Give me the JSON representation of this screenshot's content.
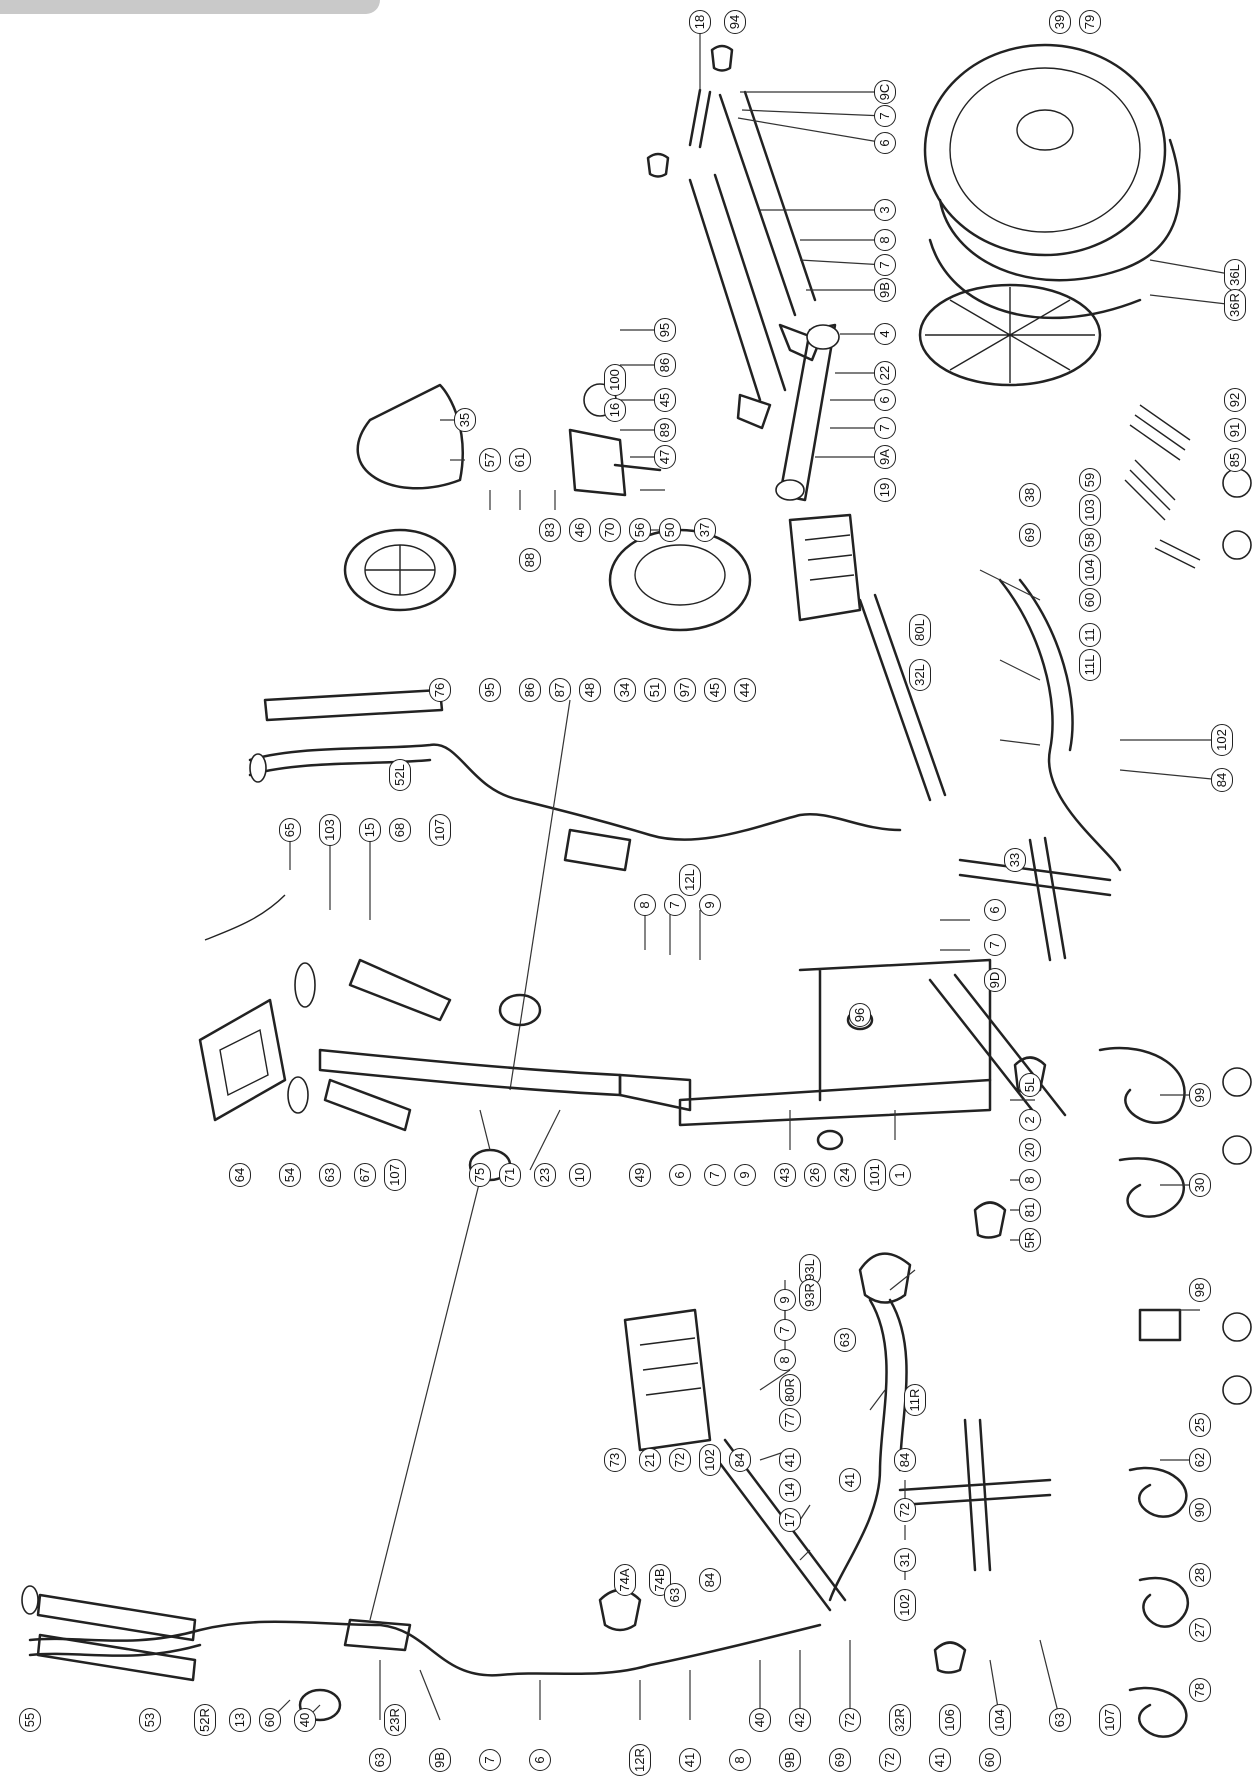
{
  "diagram": {
    "labels": [
      {
        "id": "l1",
        "text": "18"
      },
      {
        "id": "l2",
        "text": "94"
      },
      {
        "id": "l3",
        "text": "39"
      },
      {
        "id": "l4",
        "text": "79"
      },
      {
        "id": "l5",
        "text": "9C"
      },
      {
        "id": "l6",
        "text": "7"
      },
      {
        "id": "l7",
        "text": "6"
      },
      {
        "id": "l8",
        "text": "3"
      },
      {
        "id": "l9",
        "text": "8"
      },
      {
        "id": "l10",
        "text": "7"
      },
      {
        "id": "l11",
        "text": "9B"
      },
      {
        "id": "l12",
        "text": "4"
      },
      {
        "id": "l13",
        "text": "22"
      },
      {
        "id": "l14",
        "text": "6"
      },
      {
        "id": "l15",
        "text": "7"
      },
      {
        "id": "l16",
        "text": "9A"
      },
      {
        "id": "l17",
        "text": "19"
      },
      {
        "id": "l18",
        "text": "36L"
      },
      {
        "id": "l19",
        "text": "36R"
      },
      {
        "id": "l20",
        "text": "92"
      },
      {
        "id": "l21",
        "text": "91"
      },
      {
        "id": "l22",
        "text": "85"
      },
      {
        "id": "l23",
        "text": "95"
      },
      {
        "id": "l24",
        "text": "86"
      },
      {
        "id": "l25",
        "text": "100"
      },
      {
        "id": "l26",
        "text": "16"
      },
      {
        "id": "l27",
        "text": "45"
      },
      {
        "id": "l28",
        "text": "89"
      },
      {
        "id": "l29",
        "text": "47"
      },
      {
        "id": "l30",
        "text": "35"
      },
      {
        "id": "l31",
        "text": "57"
      },
      {
        "id": "l32",
        "text": "61"
      },
      {
        "id": "l33",
        "text": "88"
      },
      {
        "id": "l34",
        "text": "83"
      },
      {
        "id": "l35",
        "text": "46"
      },
      {
        "id": "l36",
        "text": "70"
      },
      {
        "id": "l37",
        "text": "56"
      },
      {
        "id": "l38",
        "text": "50"
      },
      {
        "id": "l39",
        "text": "37"
      },
      {
        "id": "l40",
        "text": "38"
      },
      {
        "id": "l41",
        "text": "69"
      },
      {
        "id": "l42",
        "text": "59"
      },
      {
        "id": "l43",
        "text": "103"
      },
      {
        "id": "l44",
        "text": "58"
      },
      {
        "id": "l45",
        "text": "104"
      },
      {
        "id": "l46",
        "text": "60"
      },
      {
        "id": "l47",
        "text": "11"
      },
      {
        "id": "l48",
        "text": "11L"
      },
      {
        "id": "l49",
        "text": "76"
      },
      {
        "id": "l50",
        "text": "95"
      },
      {
        "id": "l51",
        "text": "86"
      },
      {
        "id": "l52",
        "text": "87"
      },
      {
        "id": "l53",
        "text": "48"
      },
      {
        "id": "l54",
        "text": "34"
      },
      {
        "id": "l55",
        "text": "51"
      },
      {
        "id": "l56",
        "text": "97"
      },
      {
        "id": "l57",
        "text": "45"
      },
      {
        "id": "l58",
        "text": "44"
      },
      {
        "id": "l59",
        "text": "80L"
      },
      {
        "id": "l60",
        "text": "32L"
      },
      {
        "id": "l61",
        "text": "52L"
      },
      {
        "id": "l62",
        "text": "12L"
      },
      {
        "id": "l63",
        "text": "102"
      },
      {
        "id": "l64",
        "text": "84"
      },
      {
        "id": "l65",
        "text": "33"
      },
      {
        "id": "l66",
        "text": "65"
      },
      {
        "id": "l67",
        "text": "103"
      },
      {
        "id": "l68",
        "text": "15"
      },
      {
        "id": "l69",
        "text": "68"
      },
      {
        "id": "l70",
        "text": "107"
      },
      {
        "id": "l71",
        "text": "6"
      },
      {
        "id": "l72",
        "text": "7"
      },
      {
        "id": "l73",
        "text": "9D"
      },
      {
        "id": "l74",
        "text": "8"
      },
      {
        "id": "l75",
        "text": "7"
      },
      {
        "id": "l76",
        "text": "9"
      },
      {
        "id": "l77",
        "text": "96"
      },
      {
        "id": "l78",
        "text": "5L"
      },
      {
        "id": "l79",
        "text": "2"
      },
      {
        "id": "l80",
        "text": "20"
      },
      {
        "id": "l81",
        "text": "8"
      },
      {
        "id": "l82",
        "text": "81"
      },
      {
        "id": "l83",
        "text": "5R"
      },
      {
        "id": "l84",
        "text": "99"
      },
      {
        "id": "l85",
        "text": "30"
      },
      {
        "id": "l86",
        "text": "98"
      },
      {
        "id": "l87",
        "text": "64"
      },
      {
        "id": "l88",
        "text": "54"
      },
      {
        "id": "l89",
        "text": "63"
      },
      {
        "id": "l90",
        "text": "67"
      },
      {
        "id": "l91",
        "text": "107"
      },
      {
        "id": "l92",
        "text": "10"
      },
      {
        "id": "l93",
        "text": "49"
      },
      {
        "id": "l94",
        "text": "6"
      },
      {
        "id": "l95",
        "text": "7"
      },
      {
        "id": "l96",
        "text": "9"
      },
      {
        "id": "l97",
        "text": "43"
      },
      {
        "id": "l98",
        "text": "26"
      },
      {
        "id": "l99",
        "text": "24"
      },
      {
        "id": "l100",
        "text": "101"
      },
      {
        "id": "l101",
        "text": "1"
      },
      {
        "id": "l102",
        "text": "23"
      },
      {
        "id": "l103",
        "text": "71"
      },
      {
        "id": "l104",
        "text": "75"
      },
      {
        "id": "l105",
        "text": "93L"
      },
      {
        "id": "l106",
        "text": "93R"
      },
      {
        "id": "l107",
        "text": "9"
      },
      {
        "id": "l108",
        "text": "7"
      },
      {
        "id": "l109",
        "text": "8"
      },
      {
        "id": "l110",
        "text": "63"
      },
      {
        "id": "l111",
        "text": "80R"
      },
      {
        "id": "l112",
        "text": "77"
      },
      {
        "id": "l113",
        "text": "73"
      },
      {
        "id": "l114",
        "text": "21"
      },
      {
        "id": "l115",
        "text": "72"
      },
      {
        "id": "l116",
        "text": "102"
      },
      {
        "id": "l117",
        "text": "84"
      },
      {
        "id": "l118",
        "text": "11R"
      },
      {
        "id": "l119",
        "text": "25"
      },
      {
        "id": "l120",
        "text": "62"
      },
      {
        "id": "l121",
        "text": "90"
      },
      {
        "id": "l122",
        "text": "28"
      },
      {
        "id": "l123",
        "text": "27"
      },
      {
        "id": "l124",
        "text": "78"
      },
      {
        "id": "l125",
        "text": "41"
      },
      {
        "id": "l126",
        "text": "14"
      },
      {
        "id": "l127",
        "text": "17"
      },
      {
        "id": "l128",
        "text": "41"
      },
      {
        "id": "l129",
        "text": "84"
      },
      {
        "id": "l130",
        "text": "72"
      },
      {
        "id": "l131",
        "text": "31"
      },
      {
        "id": "l132",
        "text": "102"
      },
      {
        "id": "l133",
        "text": "74A"
      },
      {
        "id": "l134",
        "text": "74B"
      },
      {
        "id": "l135",
        "text": "63"
      },
      {
        "id": "l136",
        "text": "84"
      },
      {
        "id": "l137",
        "text": "55"
      },
      {
        "id": "l138",
        "text": "53"
      },
      {
        "id": "l139",
        "text": "52R"
      },
      {
        "id": "l140",
        "text": "13"
      },
      {
        "id": "l141",
        "text": "60"
      },
      {
        "id": "l142",
        "text": "40"
      },
      {
        "id": "l143",
        "text": "23R"
      },
      {
        "id": "l144",
        "text": "63"
      },
      {
        "id": "l145",
        "text": "9B"
      },
      {
        "id": "l146",
        "text": "7"
      },
      {
        "id": "l147",
        "text": "6"
      },
      {
        "id": "l148",
        "text": "12R"
      },
      {
        "id": "l149",
        "text": "41"
      },
      {
        "id": "l150",
        "text": "8"
      },
      {
        "id": "l151",
        "text": "9B"
      },
      {
        "id": "l152",
        "text": "69"
      },
      {
        "id": "l153",
        "text": "72"
      },
      {
        "id": "l154",
        "text": "41"
      },
      {
        "id": "l155",
        "text": "60"
      },
      {
        "id": "l156",
        "text": "40"
      },
      {
        "id": "l157",
        "text": "42"
      },
      {
        "id": "l158",
        "text": "72"
      },
      {
        "id": "l159",
        "text": "32R"
      },
      {
        "id": "l160",
        "text": "106"
      },
      {
        "id": "l161",
        "text": "104"
      },
      {
        "id": "l162",
        "text": "63"
      },
      {
        "id": "l163",
        "text": "107"
      }
    ]
  }
}
